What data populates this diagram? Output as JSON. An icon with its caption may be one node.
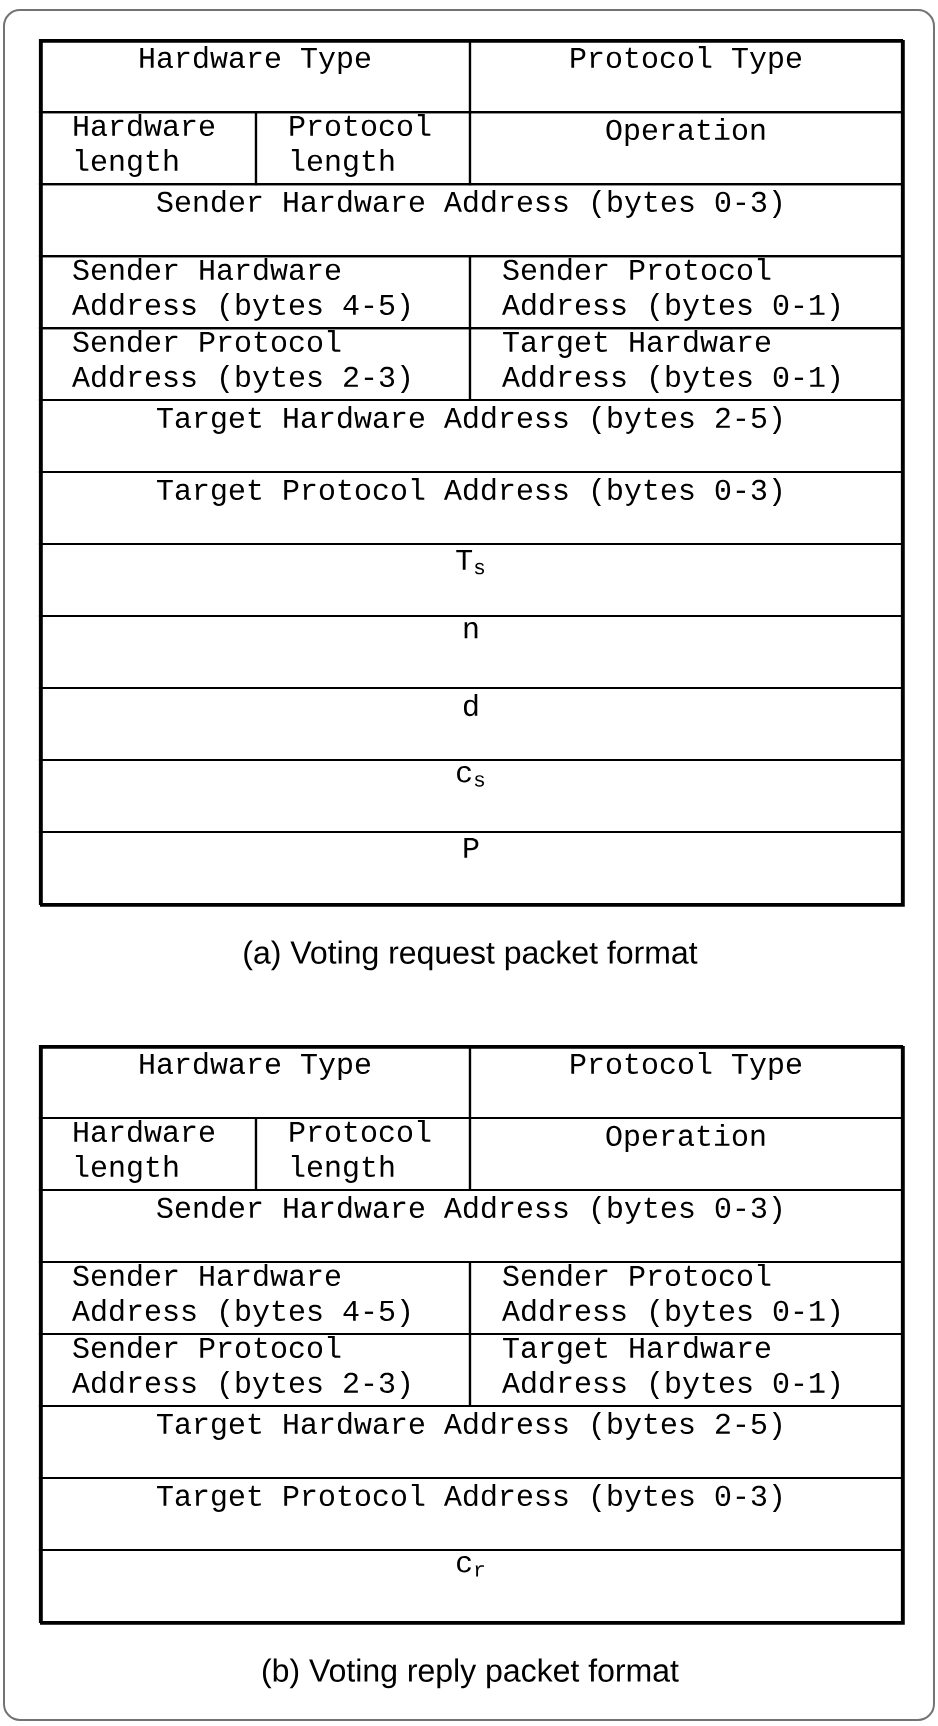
{
  "diagram": {
    "nodes": [
      {
        "text": [
          "(a) Voting request packet format"
        ]
      },
      {
        "text": [
          "Hardware Type"
        ],
        "in": 0
      },
      {
        "text": [
          "Protocol Type"
        ],
        "in": 0
      },
      {
        "text": [
          "Hardware length"
        ],
        "in": 0
      },
      {
        "text": [
          "Protocol length"
        ],
        "in": 0
      },
      {
        "text": [
          "Operation"
        ],
        "in": 0
      },
      {
        "text": [
          "Sender Hardware Address (bytes 0-3)"
        ],
        "in": 0
      },
      {
        "text": [
          "Sender Hardware Address (bytes 4-5)"
        ],
        "in": 0
      },
      {
        "text": [
          "Sender Protocol Address (bytes 0-1)"
        ],
        "in": 0
      },
      {
        "text": [
          "Sender Protocol Address (bytes 2-3)"
        ],
        "in": 0
      },
      {
        "text": [
          "Target Hardware Address (bytes 0-1)"
        ],
        "in": 0
      },
      {
        "text": [
          "Target Hardware Address (bytes 2-5)"
        ],
        "in": 0
      },
      {
        "text": [
          "Target Protocol Address (bytes 0-3)"
        ],
        "in": 0
      },
      {
        "text": [
          "T$_{s}$"
        ],
        "in": 0
      },
      {
        "text": [
          "n"
        ],
        "in": 0
      },
      {
        "text": [
          "d"
        ],
        "in": 0
      },
      {
        "text": [
          "c$_{s}$"
        ],
        "in": 0
      },
      {
        "text": [
          "P"
        ],
        "in": 0
      },
      {
        "text": [
          "(b) Voting reply packet format"
        ]
      },
      {
        "text": [
          "Hardware Type"
        ],
        "in": 18
      },
      {
        "text": [
          "Protocol Type"
        ],
        "in": 18
      },
      {
        "text": [
          "Hardware length"
        ],
        "in": 18
      },
      {
        "text": [
          "Protocol length"
        ],
        "in": 18
      },
      {
        "text": [
          "Operation"
        ],
        "in": 18
      },
      {
        "text": [
          "Sender Hardware Address (bytes 0-3)"
        ],
        "in": 18
      },
      {
        "text": [
          "Sender Hardware Address (bytes 4-5)"
        ],
        "in": 18
      },
      {
        "text": [
          "Sender Protocol Address (bytes 0-1)"
        ],
        "in": 18
      },
      {
        "text": [
          "Sender Protocol Address (bytes 2-3)"
        ],
        "in": 18
      },
      {
        "text": [
          "Target Hardware Address (bytes 0-1)"
        ],
        "in": 18
      },
      {
        "text": [
          "Target Hardware Address (bytes 2-5)"
        ],
        "in": 18
      },
      {
        "text": [
          "Target Protocol Address (bytes 0-3)"
        ],
        "in": 18
      },
      {
        "text": [
          "c$_{r}$"
        ],
        "in": 18
      }
    ]
  }
}
